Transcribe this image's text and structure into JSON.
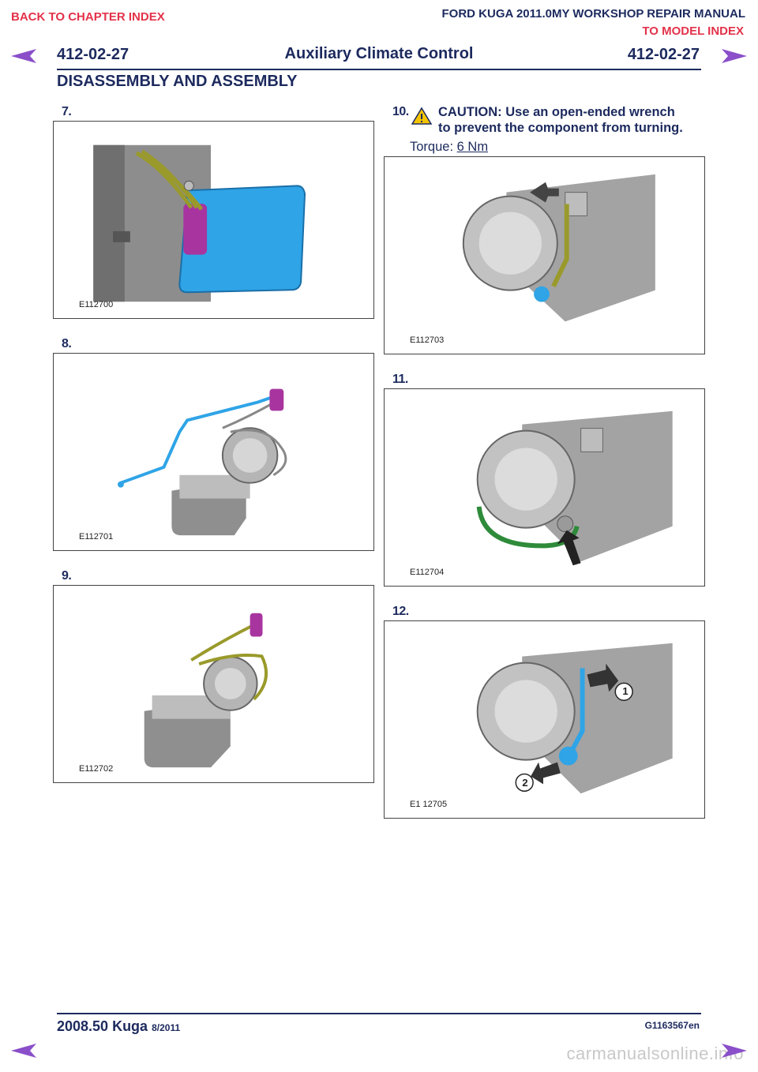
{
  "header": {
    "back_link": "BACK TO CHAPTER INDEX",
    "manual_title": "FORD KUGA 2011.0MY WORKSHOP REPAIR MANUAL",
    "model_link": "TO MODEL INDEX",
    "section_number_left": "412-02-27",
    "section_title": "Auxiliary Climate Control",
    "section_number_right": "412-02-27",
    "subtitle": "DISASSEMBLY AND ASSEMBLY"
  },
  "steps": [
    {
      "number": "7.",
      "figure_label": "E112700"
    },
    {
      "number": "8.",
      "figure_label": "E112701"
    },
    {
      "number": "9.",
      "figure_label": "E112702"
    },
    {
      "number": "10.",
      "caution_line1": "CAUTION: Use an open-ended wrench",
      "caution_line2": "to prevent the component from turning.",
      "torque_label": "Torque:",
      "torque_value": "6 Nm",
      "figure_label": "E112703"
    },
    {
      "number": "11.",
      "figure_label": "E112704"
    },
    {
      "number": "12.",
      "figure_label": "E1 12705",
      "callout_1": "1",
      "callout_2": "2"
    }
  ],
  "footer": {
    "model": "2008.50 Kuga",
    "date": "8/2011",
    "code": "G1163567en"
  },
  "watermark": "carmanualsonline.info",
  "colors": {
    "navy": "#1c2a5e",
    "link_red": "#e3324a",
    "arrow_purple": "#8a4fc9",
    "part_blue": "#2fa4e7",
    "connector_magenta": "#a8359f",
    "hose_olive": "#9a9a2c",
    "hose_green": "#2e8b3a"
  },
  "icons": [
    "previous-page-icon",
    "next-page-icon",
    "caution-triangle-icon"
  ]
}
